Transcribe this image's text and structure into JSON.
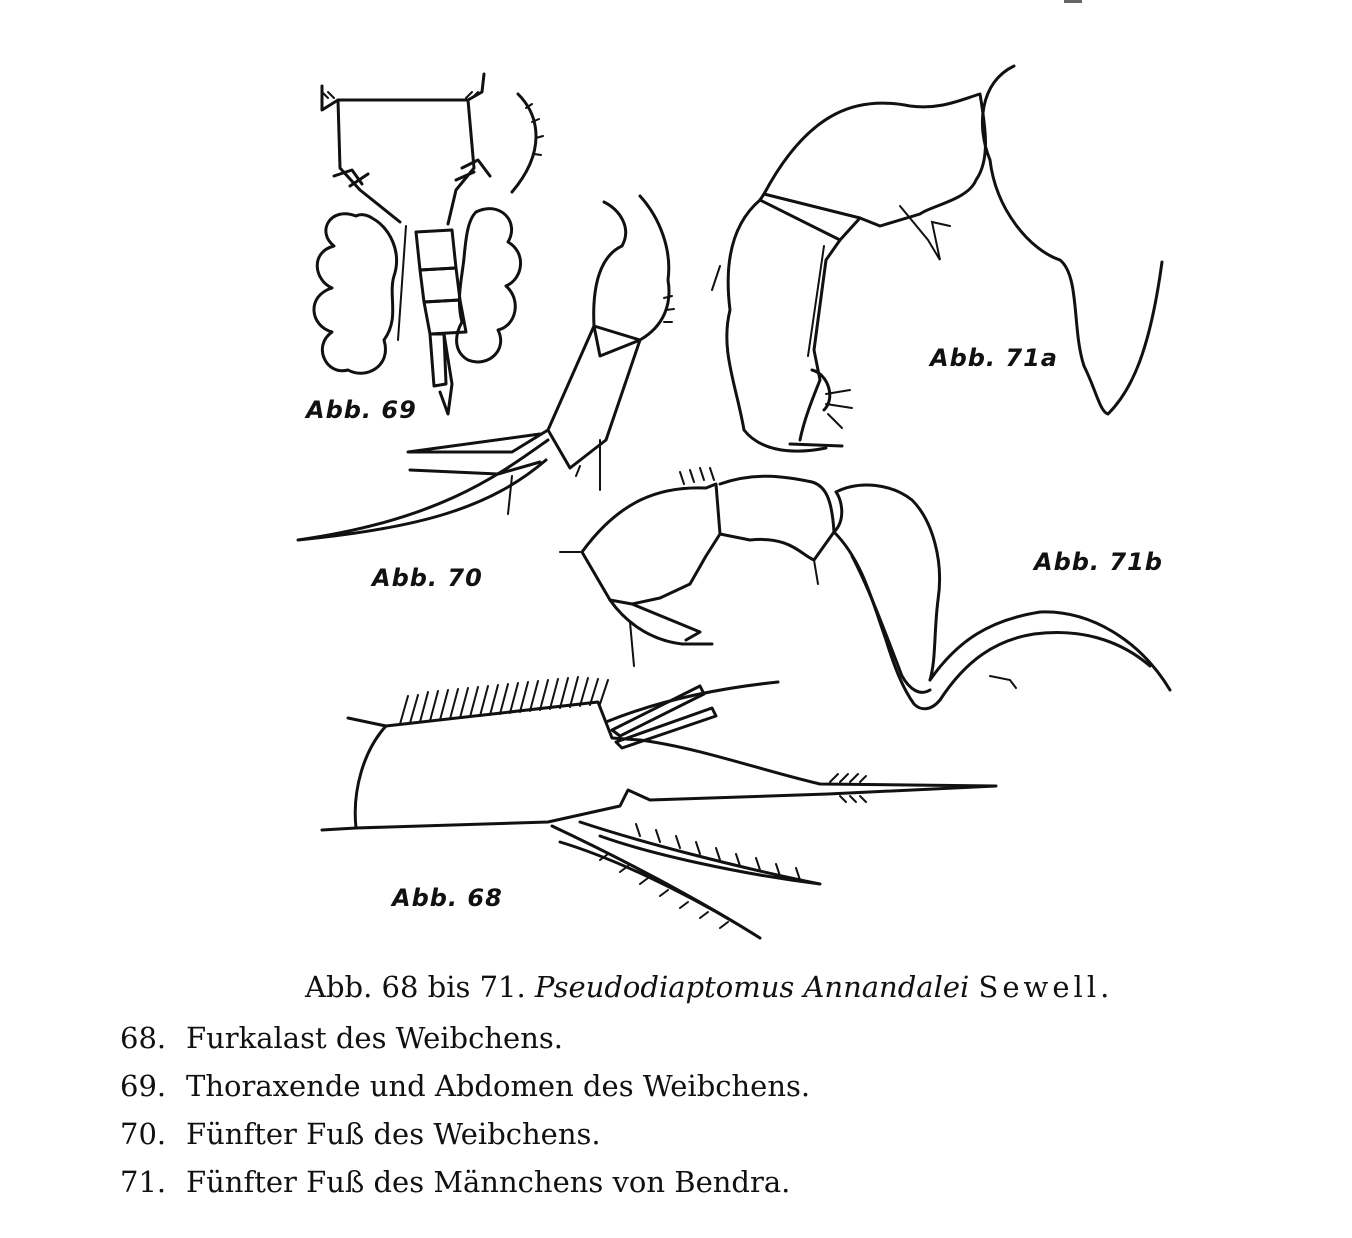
{
  "figure": {
    "labels": {
      "abb68": "Abb. 68",
      "abb69": "Abb. 69",
      "abb70": "Abb. 70",
      "abb71a": "Abb. 71a",
      "abb71b": "Abb. 71b"
    }
  },
  "caption": {
    "prefix": "Abb. 68 bis 71.",
    "species": "Pseudodiaptomus Annandalei",
    "author": "Sewell."
  },
  "legend": [
    {
      "number": "68.",
      "text": "Furkalast des Weibchens."
    },
    {
      "number": "69.",
      "text": "Thoraxende und Abdomen des Weibchens."
    },
    {
      "number": "70.",
      "text": "Fünfter Fuß des Weibchens."
    },
    {
      "number": "71.",
      "text": "Fünfter Fuß des Männchens von Bendra."
    }
  ]
}
